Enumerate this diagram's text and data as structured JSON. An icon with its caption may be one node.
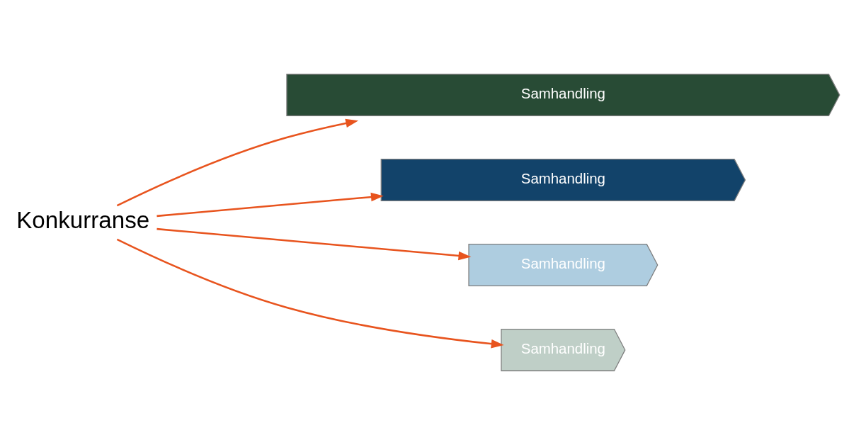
{
  "diagram": {
    "nodes": [
      {
        "text": [
          "Konkurranse"
        ]
      },
      {
        "text": [
          "Samhandling"
        ]
      },
      {
        "text": [
          "Samhandling"
        ]
      },
      {
        "text": [
          "Samhandling"
        ]
      },
      {
        "text": [
          "Samhandling"
        ]
      }
    ],
    "edges": [
      {
        "from": 0,
        "to": 1,
        "arrow": "to"
      },
      {
        "from": 0,
        "to": 2,
        "arrow": "to"
      },
      {
        "from": 0,
        "to": 3,
        "arrow": "to"
      },
      {
        "from": 0,
        "to": 4,
        "arrow": "to"
      }
    ]
  }
}
